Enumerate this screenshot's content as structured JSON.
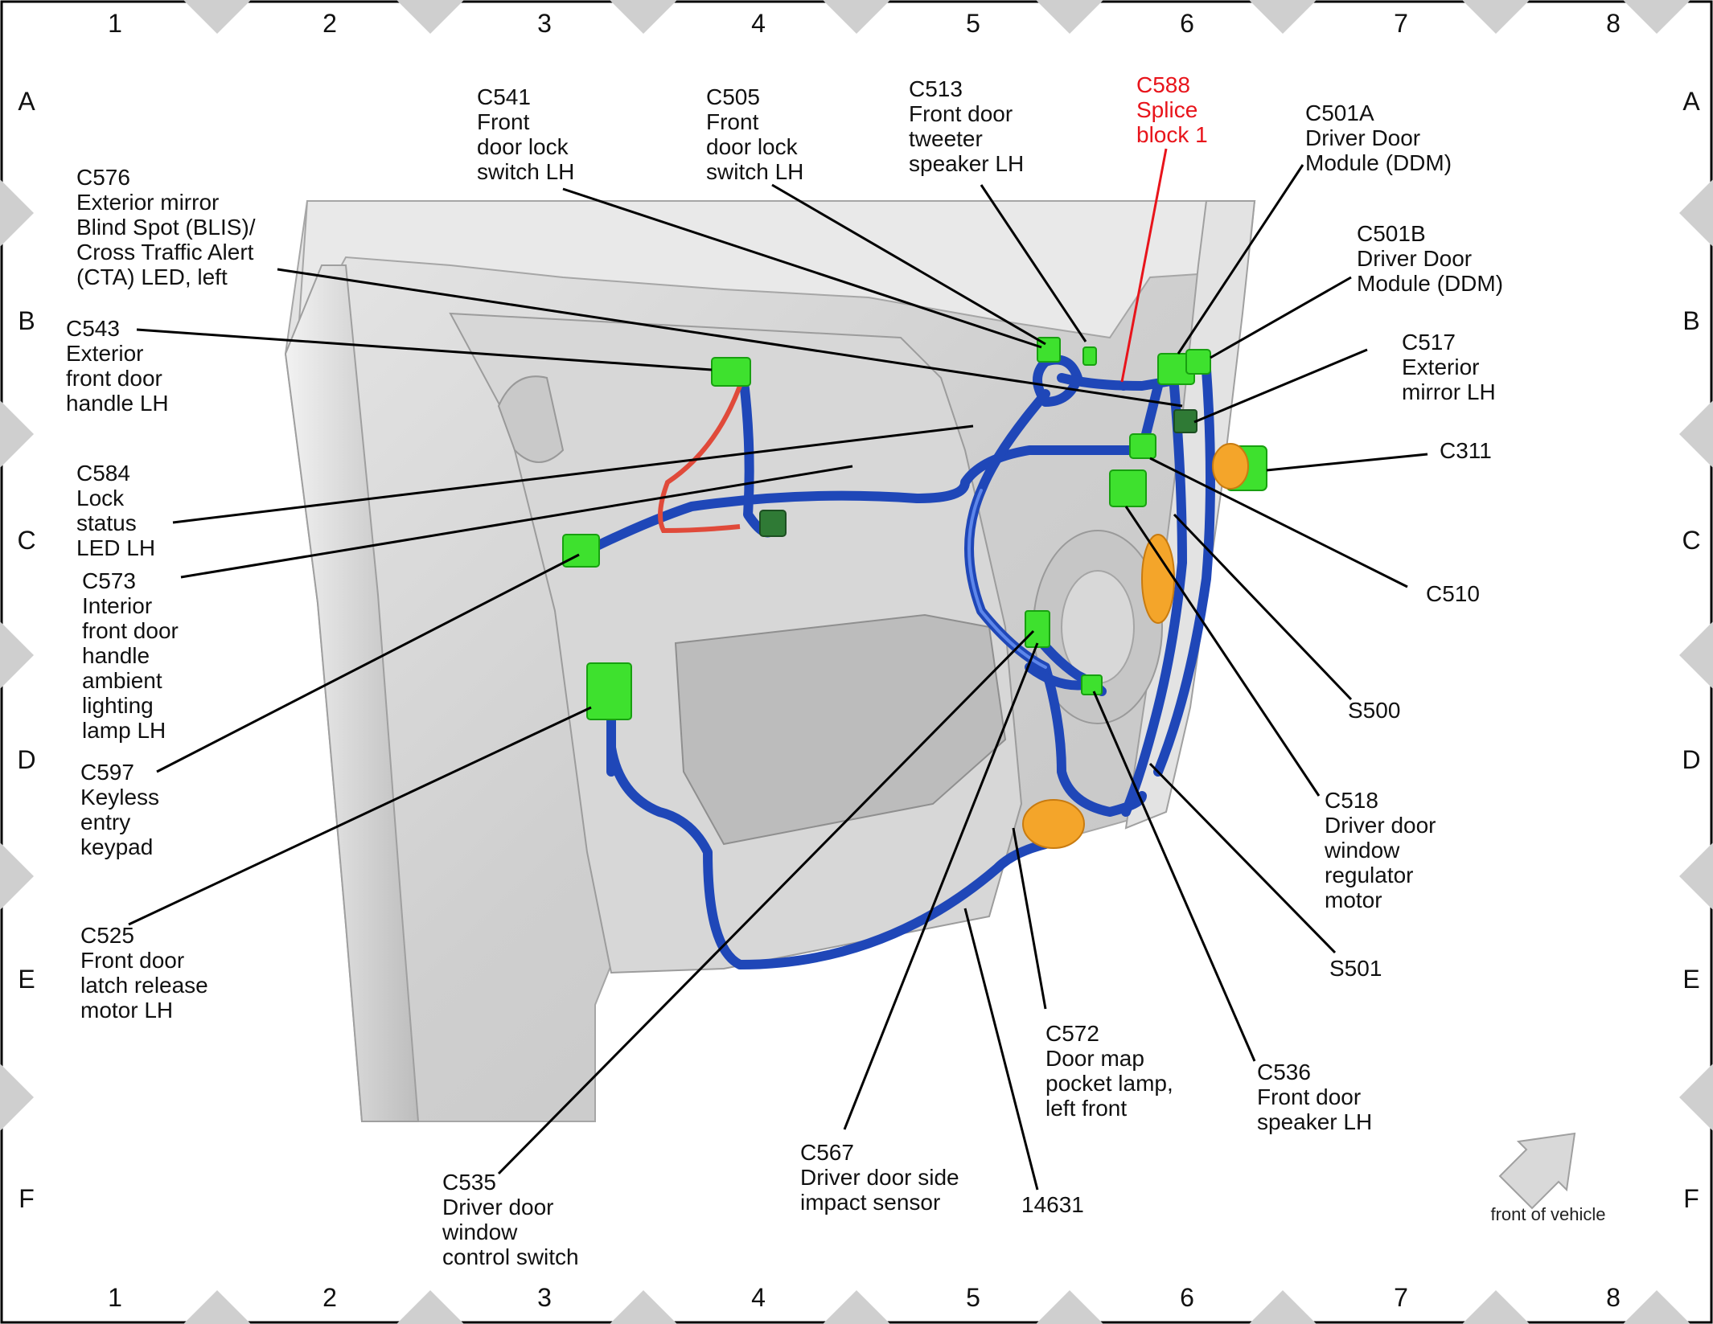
{
  "grid": {
    "columns": [
      "1",
      "2",
      "3",
      "4",
      "5",
      "6",
      "7",
      "8"
    ],
    "rows": [
      "A",
      "B",
      "C",
      "D",
      "E",
      "F"
    ]
  },
  "callouts": [
    {
      "id": "c541",
      "lines": [
        "C541",
        "Front",
        "door lock",
        "switch LH"
      ]
    },
    {
      "id": "c505",
      "lines": [
        "C505",
        "Front",
        "door lock",
        "switch LH"
      ]
    },
    {
      "id": "c513",
      "lines": [
        "C513",
        "Front door",
        "tweeter",
        "speaker LH"
      ]
    },
    {
      "id": "c588",
      "lines": [
        "C588",
        "Splice",
        "block 1"
      ],
      "color": "#e8141b"
    },
    {
      "id": "c501a",
      "lines": [
        "C501A",
        "Driver Door",
        "Module (DDM)"
      ]
    },
    {
      "id": "c576",
      "lines": [
        "C576",
        "Exterior mirror",
        "Blind Spot (BLIS)/",
        "Cross Traffic Alert",
        "(CTA) LED, left"
      ]
    },
    {
      "id": "c501b",
      "lines": [
        "C501B",
        "Driver Door",
        "Module (DDM)"
      ]
    },
    {
      "id": "c543",
      "lines": [
        "C543",
        "Exterior",
        "front door",
        "handle LH"
      ]
    },
    {
      "id": "c517",
      "lines": [
        "C517",
        "Exterior",
        "mirror LH"
      ]
    },
    {
      "id": "c311",
      "lines": [
        "C311"
      ]
    },
    {
      "id": "c584",
      "lines": [
        "C584",
        "Lock",
        "status",
        "LED LH"
      ]
    },
    {
      "id": "c573",
      "lines": [
        "C573",
        "Interior",
        "front door",
        "handle",
        "ambient",
        "lighting",
        "lamp LH"
      ]
    },
    {
      "id": "c510",
      "lines": [
        "C510"
      ]
    },
    {
      "id": "s500",
      "lines": [
        "S500"
      ]
    },
    {
      "id": "c597",
      "lines": [
        "C597",
        "Keyless",
        "entry",
        "keypad"
      ]
    },
    {
      "id": "c518",
      "lines": [
        "C518",
        "Driver door",
        "window",
        "regulator",
        "motor"
      ]
    },
    {
      "id": "c525",
      "lines": [
        "C525",
        "Front door",
        "latch release",
        "motor LH"
      ]
    },
    {
      "id": "s501",
      "lines": [
        "S501"
      ]
    },
    {
      "id": "c572",
      "lines": [
        "C572",
        "Door map",
        "pocket lamp,",
        "left front"
      ]
    },
    {
      "id": "c536",
      "lines": [
        "C536",
        "Front door",
        "speaker LH"
      ]
    },
    {
      "id": "c567",
      "lines": [
        "C567",
        "Driver door side",
        "impact sensor"
      ]
    },
    {
      "id": "p14631",
      "lines": [
        "14631"
      ]
    },
    {
      "id": "c535",
      "lines": [
        "C535",
        "Driver door",
        "window",
        "control switch"
      ]
    }
  ],
  "direction": {
    "label": "front of vehicle",
    "icon": "arrow-up-right-icon"
  },
  "colors": {
    "connector": "#3ee12e",
    "harness": "#1f47b8",
    "splice_callout": "#e8141b",
    "door_panel": "#d3d3d3"
  }
}
